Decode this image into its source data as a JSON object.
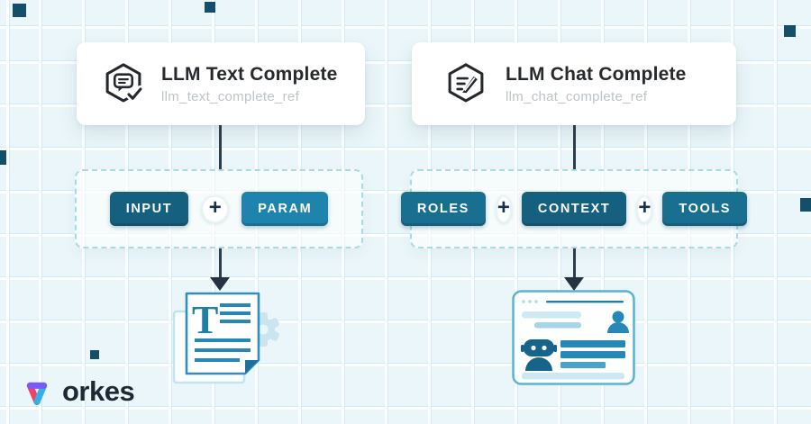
{
  "header_nodes": [
    {
      "title": "LLM Text Complete",
      "ref_name": "llm_text_complete_ref",
      "icon": "hexagon-chat-check-icon"
    },
    {
      "title": "LLM Chat Complete",
      "ref_name": "llm_chat_complete_ref",
      "icon": "hexagon-document-edit-icon"
    }
  ],
  "pipelines": [
    {
      "chips": [
        "INPUT",
        "PARAM"
      ],
      "joiner": "+"
    },
    {
      "chips": [
        "ROLES",
        "CONTEXT",
        "TOOLS"
      ],
      "joiner": "+"
    }
  ],
  "outputs": [
    {
      "icon": "text-document-gear-icon"
    },
    {
      "icon": "chat-conversation-window-icon"
    }
  ],
  "logo": {
    "text": "orkes"
  },
  "colors": {
    "background": "#eaf6f9",
    "card_background": "#ffffff",
    "title_text": "#26292e",
    "ref_text": "#bdc3c8",
    "dashed_border": "#a5dbe6",
    "chip_dark": "#15607e",
    "chip_mid": "#186f90",
    "chip_light": "#1e84ae",
    "chip_text": "#ffffff",
    "connector": "#2d3e4a",
    "arrowhead": "#263142",
    "accent_square": "#134f68",
    "illustration_blue": "#2787b5",
    "illustration_light_blue": "#cfe9f4",
    "logo_purple": "#7b5bf5",
    "logo_pink": "#ef4266",
    "logo_blue": "#33b0e6",
    "logo_text": "#1d2935"
  }
}
